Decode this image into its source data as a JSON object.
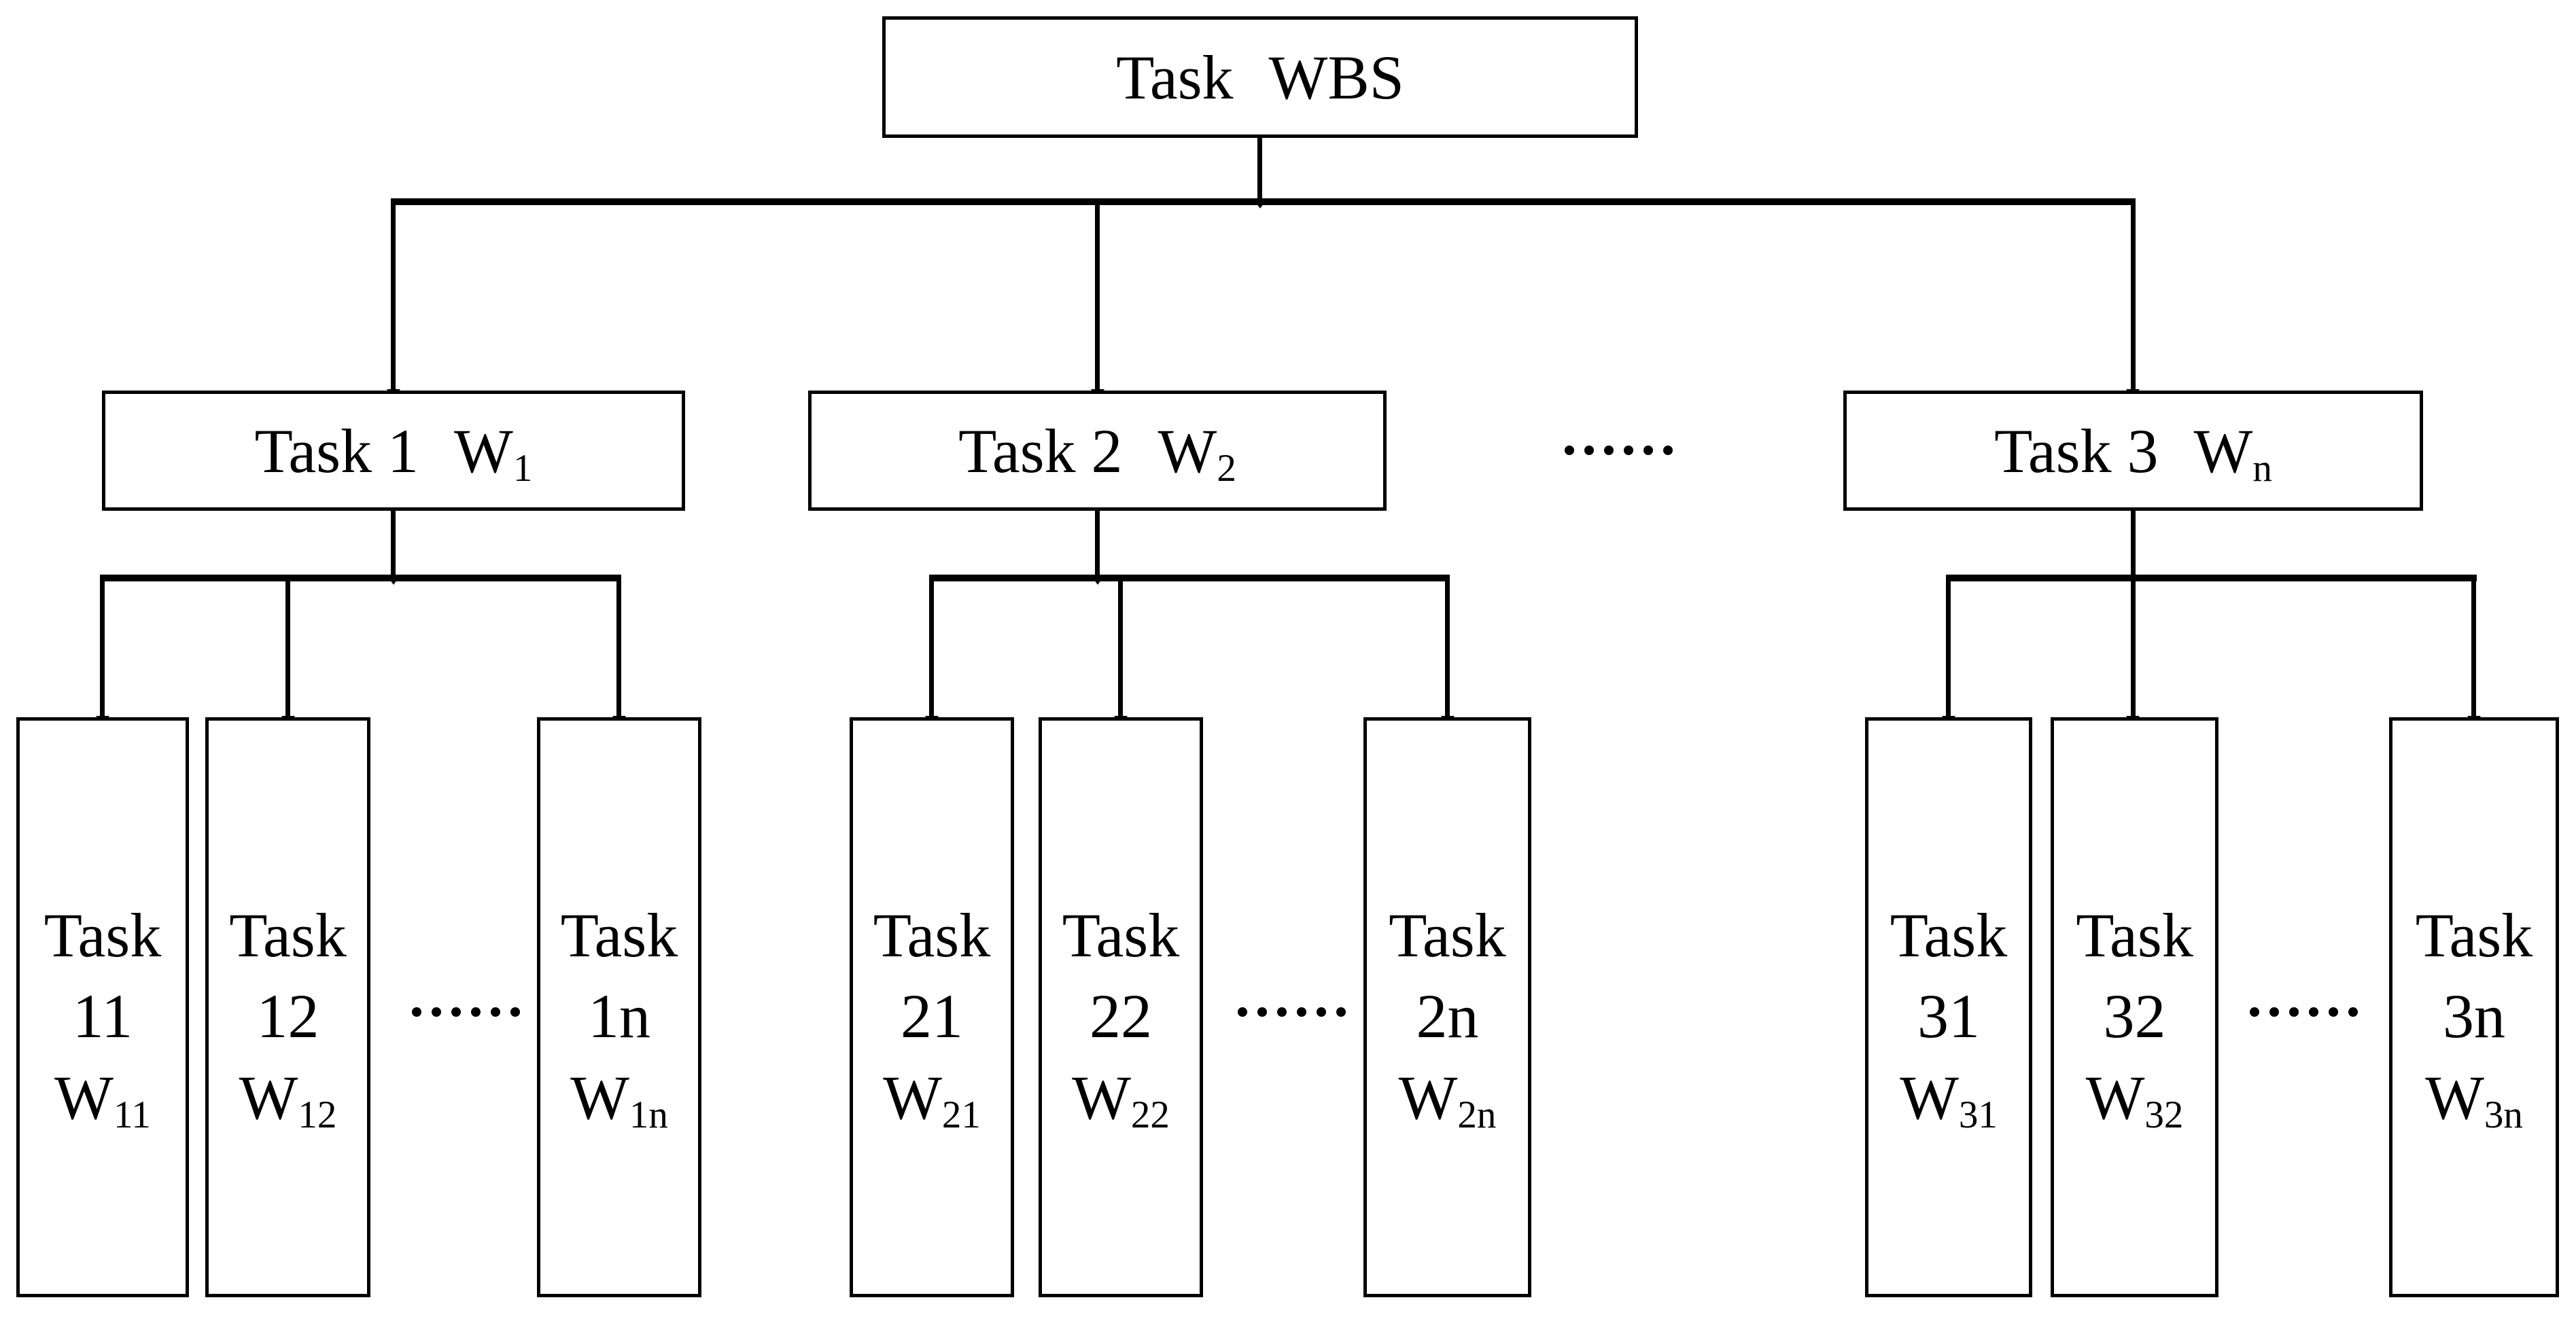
{
  "diagram": {
    "colors": {
      "line": "#000000",
      "background": "#ffffff",
      "text": "#000000"
    },
    "ellipsis": "……",
    "root": {
      "word1": "Task",
      "word2": "WBS"
    },
    "level2": [
      {
        "prefix": "Task 1",
        "wbase": "W",
        "wsub": "1"
      },
      {
        "prefix": "Task 2",
        "wbase": "W",
        "wsub": "2"
      },
      {
        "prefix": "Task 3",
        "wbase": "W",
        "wsub": "n"
      }
    ],
    "leaves": [
      [
        {
          "line1": "Task",
          "line2": "11",
          "wbase": "W",
          "wsub": "11"
        },
        {
          "line1": "Task",
          "line2": "12",
          "wbase": "W",
          "wsub": "12"
        },
        {
          "line1": "Task",
          "line2": "1n",
          "wbase": "W",
          "wsub": "1n"
        }
      ],
      [
        {
          "line1": "Task",
          "line2": "21",
          "wbase": "W",
          "wsub": "21"
        },
        {
          "line1": "Task",
          "line2": "22",
          "wbase": "W",
          "wsub": "22"
        },
        {
          "line1": "Task",
          "line2": "2n",
          "wbase": "W",
          "wsub": "2n"
        }
      ],
      [
        {
          "line1": "Task",
          "line2": "31",
          "wbase": "W",
          "wsub": "31"
        },
        {
          "line1": "Task",
          "line2": "32",
          "wbase": "W",
          "wsub": "32"
        },
        {
          "line1": "Task",
          "line2": "3n",
          "wbase": "W",
          "wsub": "3n"
        }
      ]
    ]
  }
}
